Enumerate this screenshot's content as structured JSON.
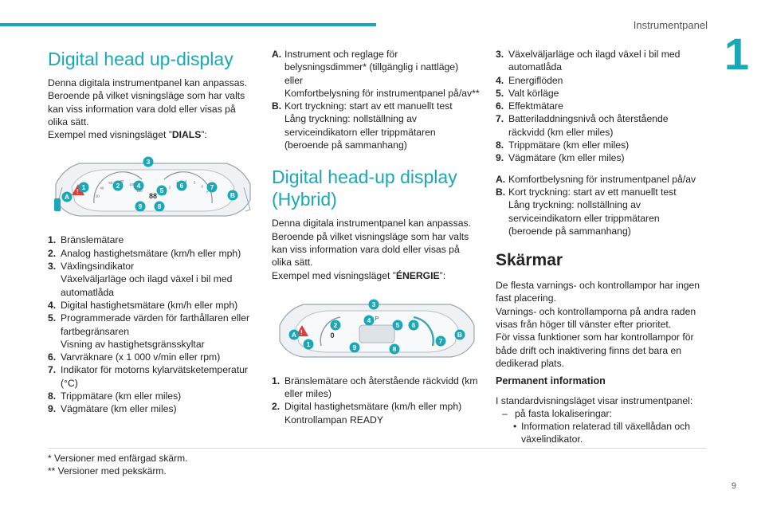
{
  "header": {
    "section": "Instrumentpanel",
    "chapter": "1"
  },
  "col1": {
    "title": "Digital head up-display",
    "intro": "Denna digitala instrumentpanel kan anpassas. Beroende på vilket visningsläge som har valts kan viss information vara dold eller visas på olika sätt.",
    "example_prefix": "Exempel med visningsläget ”",
    "example_mode": "DIALS",
    "example_suffix": "”:",
    "items": [
      {
        "n": "1.",
        "lines": [
          "Bränslemätare"
        ]
      },
      {
        "n": "2.",
        "lines": [
          "Analog hastighetsmätare (km/h eller mph)"
        ]
      },
      {
        "n": "3.",
        "lines": [
          "Växlingsindikator",
          "Växelväljarläge och ilagd växel i bil med automatlåda"
        ]
      },
      {
        "n": "4.",
        "lines": [
          "Digital hastighetsmätare (km/h eller mph)"
        ]
      },
      {
        "n": "5.",
        "lines": [
          "Programmerade värden för farthållaren eller fartbegränsaren",
          "Visning av hastighetsgränsskyltar"
        ]
      },
      {
        "n": "6.",
        "lines": [
          "Varvräknare (x 1 000 v/min eller rpm)"
        ]
      },
      {
        "n": "7.",
        "lines": [
          "Indikator för motorns kylarvätsketemperatur (°C)"
        ]
      },
      {
        "n": "8.",
        "lines": [
          "Trippmätare (km eller miles)"
        ]
      },
      {
        "n": "9.",
        "lines": [
          "Vägmätare (km eller miles)"
        ]
      }
    ]
  },
  "col2": {
    "itemsAB": [
      {
        "n": "A.",
        "lines": [
          "Instrument och reglage för belysningsdimmer* (tillgänglig i nattläge)",
          "eller",
          "Komfortbelysning för instrumentpanel på/av**"
        ]
      },
      {
        "n": "B.",
        "lines": [
          "Kort tryckning: start av ett manuellt test",
          "Lång tryckning: nollställning av serviceindikatorn eller trippmätaren (beroende på sammanhang)"
        ]
      }
    ],
    "title": "Digital head-up display (Hybrid)",
    "intro": "Denna digitala instrumentpanel kan anpassas. Beroende på vilket visningsläge som har valts kan viss information vara dold eller visas på olika sätt.",
    "example_prefix": "Exempel med visningsläget ”",
    "example_mode": "ÉNERGIE",
    "example_suffix": "”:",
    "items": [
      {
        "n": "1.",
        "lines": [
          "Bränslemätare och återstående räckvidd (km eller miles)"
        ]
      },
      {
        "n": "2.",
        "lines": [
          "Digital hastighetsmätare (km/h eller mph)",
          "Kontrollampan READY"
        ]
      }
    ]
  },
  "col3": {
    "items": [
      {
        "n": "3.",
        "lines": [
          "Växelväljarläge och ilagd växel i bil med automatlåda"
        ]
      },
      {
        "n": "4.",
        "lines": [
          "Energiflöden"
        ]
      },
      {
        "n": "5.",
        "lines": [
          "Valt körläge"
        ]
      },
      {
        "n": "6.",
        "lines": [
          "Effektmätare"
        ]
      },
      {
        "n": "7.",
        "lines": [
          "Batteriladdningsnivå och återstående räckvidd (km eller miles)"
        ]
      },
      {
        "n": "8.",
        "lines": [
          "Trippmätare (km eller miles)"
        ]
      },
      {
        "n": "9.",
        "lines": [
          "Vägmätare (km eller miles)"
        ]
      }
    ],
    "itemsAB": [
      {
        "n": "A.",
        "lines": [
          "Komfortbelysning för instrumentpanel på/av"
        ]
      },
      {
        "n": "B.",
        "lines": [
          "Kort tryckning: start av ett manuellt test",
          "Lång tryckning: nollställning av serviceindikatorn eller trippmätaren (beroende på sammanhang)"
        ]
      }
    ],
    "screens_title": "Skärmar",
    "screens_p1": "De flesta varnings- och kontrollampor har ingen fast placering.",
    "screens_p2": "Varnings- och kontrollamporna på andra raden visas från höger till vänster efter prioritet.",
    "screens_p3": "För vissa funktioner som har kontrollampor för både drift och inaktivering finns det bara en dedikerad plats.",
    "perm_title": "Permanent information",
    "perm_intro": "I standardvisningsläget visar instrumentpanel:",
    "perm_dash": "–",
    "perm_bullet1": "på fasta lokaliseringar:",
    "perm_dot": "•",
    "perm_bullet2": "Information relaterad till växellådan och växelindikator."
  },
  "footnotes": {
    "f1": "* Versioner med enfärgad skärm.",
    "f2": "** Versioner med pekskärm."
  },
  "page_number": "9",
  "diagram1": {
    "markers": [
      "1",
      "2",
      "3",
      "4",
      "5",
      "6",
      "7",
      "8",
      "9",
      "A",
      "B"
    ],
    "tacho_ticks": [
      "1",
      "2",
      "3",
      "4",
      "5",
      "6",
      "7"
    ],
    "speed_ticks": [
      "20",
      "40",
      "60",
      "80",
      "100",
      "120"
    ],
    "speed_value": "88"
  },
  "diagram2": {
    "markers": [
      "1",
      "2",
      "3",
      "4",
      "5",
      "6",
      "7",
      "8",
      "9",
      "A",
      "B"
    ],
    "gear": "P",
    "speed_value": "0"
  }
}
